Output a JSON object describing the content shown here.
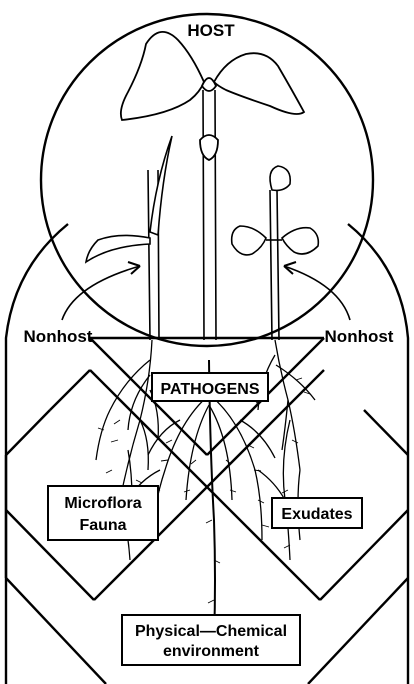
{
  "labels": {
    "host": "HOST",
    "nonhost_left": "Nonhost",
    "nonhost_right": "Nonhost",
    "pathogens": "PATHOGENS",
    "microflora_line1": "Microflora",
    "microflora_line2": "Fauna",
    "exudates": "Exudates",
    "physical_line1": "Physical—Chemical",
    "physical_line2": "environment"
  },
  "colors": {
    "ink": "#000000",
    "paper": "#ffffff"
  }
}
